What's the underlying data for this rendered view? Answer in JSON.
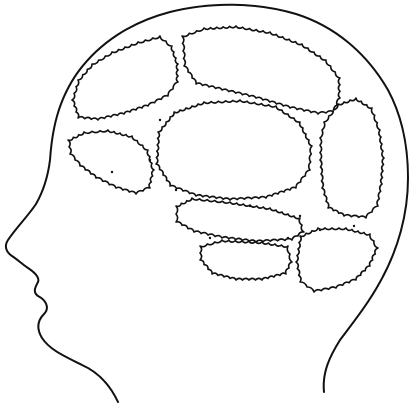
{
  "figure": {
    "subject": "head-profile-with-brain-regions",
    "facing": "left",
    "style": "line-drawing"
  },
  "colors": {
    "ink": "#111111",
    "background": "#ffffff"
  },
  "regions": [
    {
      "id": "upper-left-region"
    },
    {
      "id": "top-center-region"
    },
    {
      "id": "left-side-region"
    },
    {
      "id": "center-oval-region"
    },
    {
      "id": "right-upper-region"
    },
    {
      "id": "middle-band-region"
    },
    {
      "id": "lower-band-region"
    },
    {
      "id": "right-lower-region"
    }
  ]
}
